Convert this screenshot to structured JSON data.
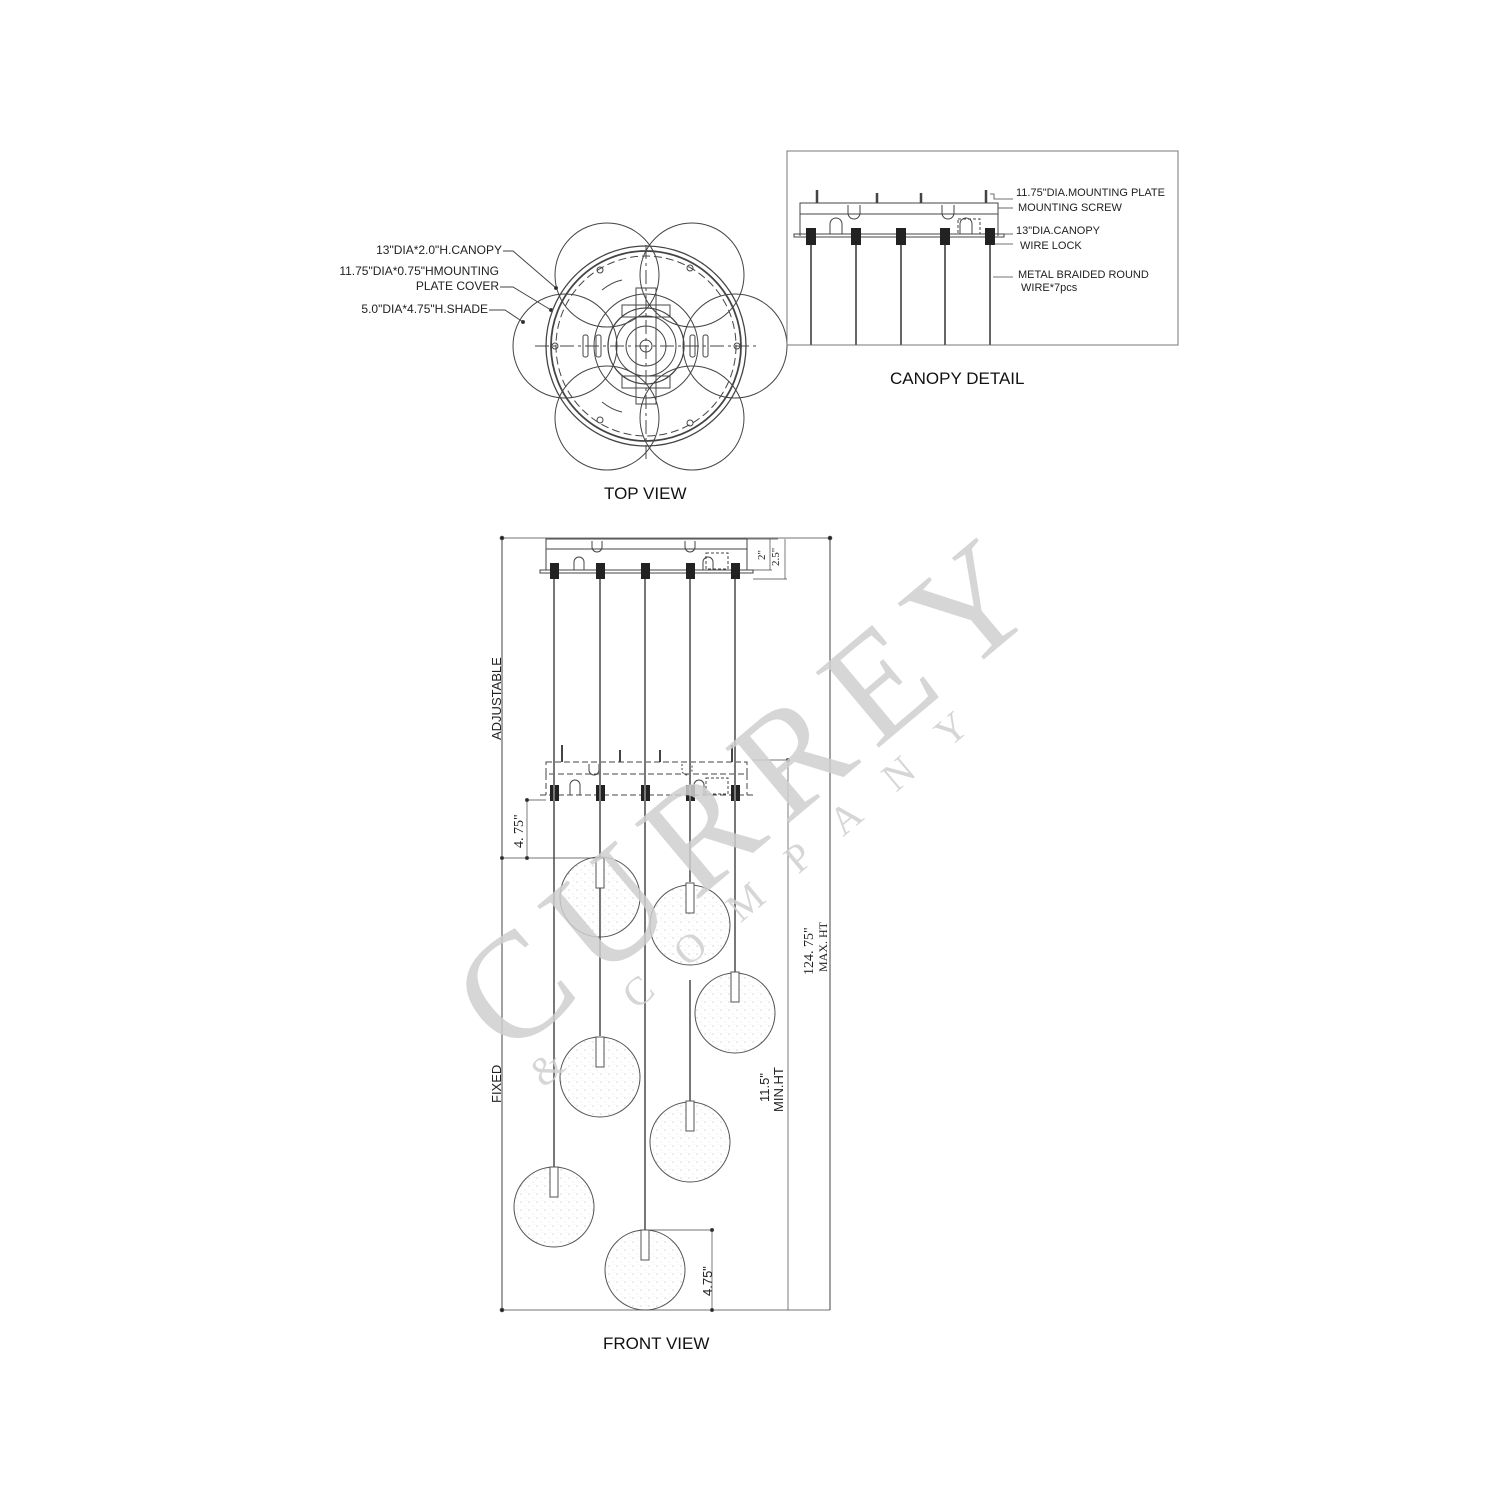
{
  "top_view": {
    "title": "TOP VIEW",
    "callouts": [
      {
        "text": "13\"DIA*2.0\"H.CANOPY"
      },
      {
        "text_line1": "11.75\"DIA*0.75\"HMOUNTING",
        "text_line2": "PLATE COVER"
      },
      {
        "text": "5.0\"DIA*4.75\"H.SHADE"
      }
    ]
  },
  "canopy_detail": {
    "title": "CANOPY DETAIL",
    "callouts": [
      {
        "text": "11.75\"DIA.MOUNTING PLATE"
      },
      {
        "text": "MOUNTING SCREW"
      },
      {
        "text": "13\"DIA.CANOPY"
      },
      {
        "text": "WIRE LOCK"
      },
      {
        "text_line1": "METAL BRAIDED ROUND",
        "text_line2": "WIRE*7pcs"
      }
    ]
  },
  "front_view": {
    "title": "FRONT VIEW",
    "labels": {
      "adjustable": "ADJUSTABLE",
      "fixed": "FIXED"
    },
    "dimensions": {
      "canopy_h_inner": "2\"",
      "canopy_h_outer": "2.5\"",
      "top_shade_offset": "4. 75\"",
      "min_height_value": "11.5\"",
      "min_height_label": "MIN.HT",
      "max_height_value": "124. 75\"",
      "max_height_label": "MAX. HT",
      "shade_height": "4.75\""
    }
  },
  "watermark": {
    "main": "CURREY",
    "sub": "& COMPANY"
  },
  "colors": {
    "line": "#333333",
    "watermark": "#cfcfcf",
    "background": "#ffffff"
  }
}
